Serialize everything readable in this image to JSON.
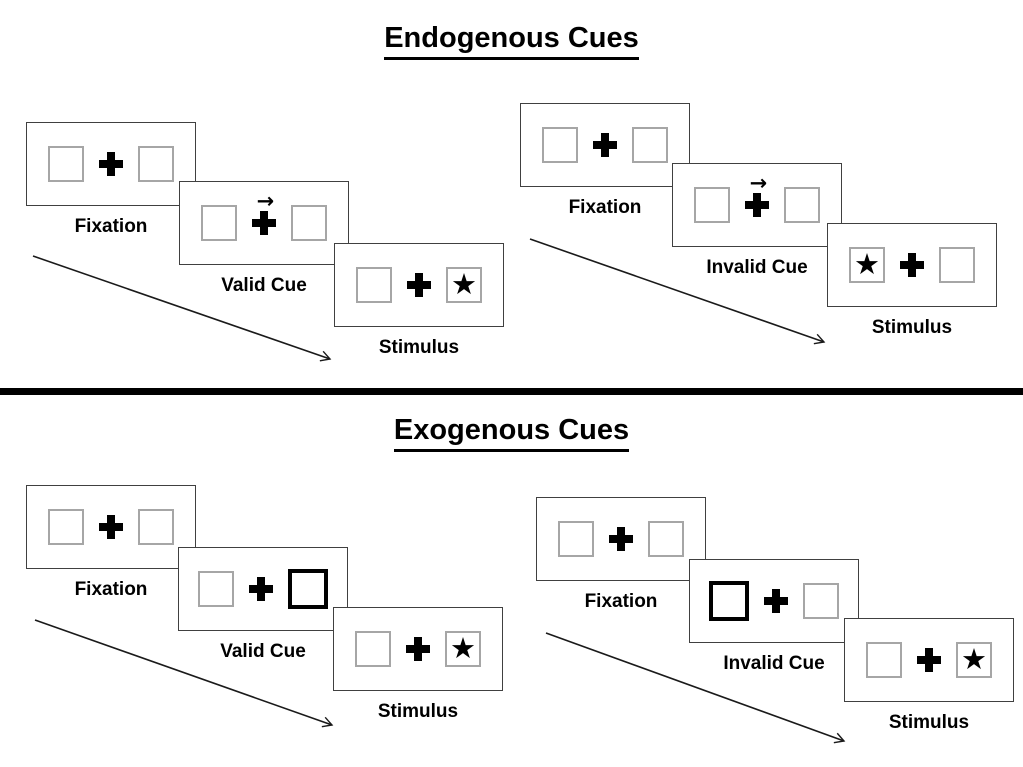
{
  "sections": [
    {
      "title": "Endogenous Cues",
      "groups": [
        {
          "name": "valid",
          "panels": [
            {
              "label": "Fixation"
            },
            {
              "label": "Valid Cue"
            },
            {
              "label": "Stimulus"
            }
          ]
        },
        {
          "name": "invalid",
          "panels": [
            {
              "label": "Fixation"
            },
            {
              "label": "Invalid Cue"
            },
            {
              "label": "Stimulus"
            }
          ]
        }
      ]
    },
    {
      "title": "Exogenous Cues",
      "groups": [
        {
          "name": "valid",
          "panels": [
            {
              "label": "Fixation"
            },
            {
              "label": "Valid Cue"
            },
            {
              "label": "Stimulus"
            }
          ]
        },
        {
          "name": "invalid",
          "panels": [
            {
              "label": "Fixation"
            },
            {
              "label": "Invalid Cue"
            },
            {
              "label": "Stimulus"
            }
          ]
        }
      ]
    }
  ],
  "icons": {
    "fixation_cross": "plus-cross",
    "cue_arrow": "→",
    "target_star": "★",
    "timeline_arrow": "diagonal-arrow"
  },
  "colors": {
    "background": "#ffffff",
    "panel_border": "#404040",
    "square_border": "#a6a6a6",
    "bold_square_border": "#000000",
    "divider": "#000000",
    "text": "#000000"
  }
}
